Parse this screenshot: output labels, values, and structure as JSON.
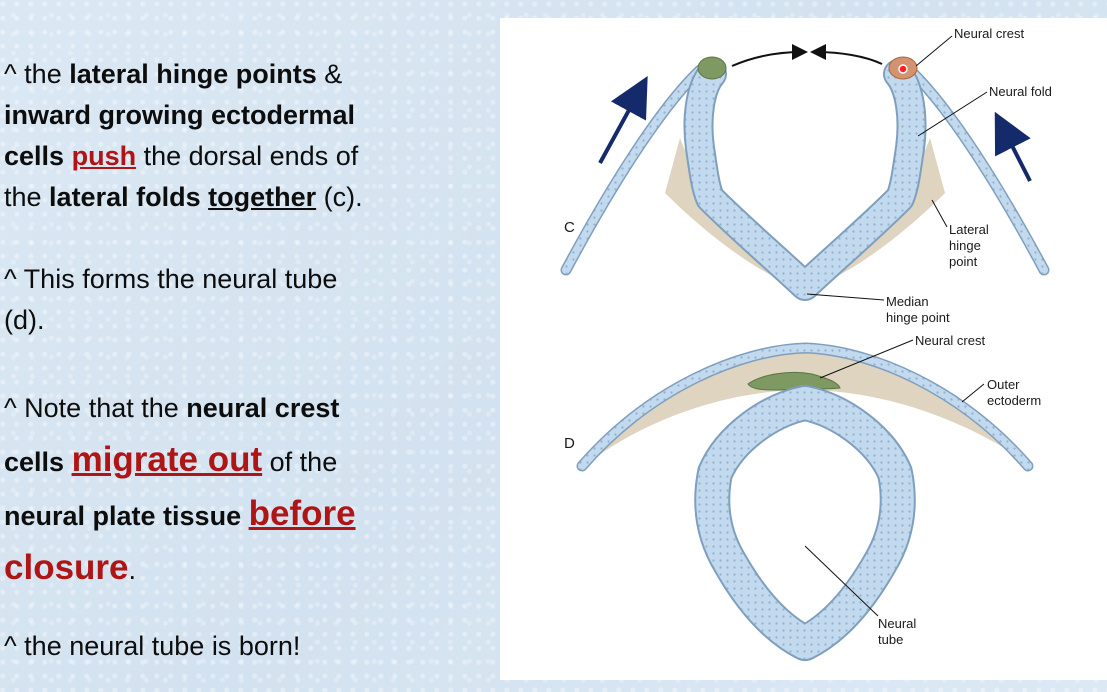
{
  "slide": {
    "p1": {
      "t1": "^ the ",
      "t2": "lateral hinge points",
      "t3": " &",
      "t4": "inward growing ectodermal",
      "t5": "cells",
      "t6": "push",
      "t7": " the dorsal ends of",
      "t8": "the ",
      "t9": "lateral folds",
      "t10": "together",
      "t11": " (c)."
    },
    "p2": {
      "line1": "^ This forms the neural tube",
      "line2": "(d)."
    },
    "p3": {
      "t1": "^ Note that the ",
      "t2": "neural crest",
      "t3": "cells",
      "t4": "migrate out",
      "t5": " of the",
      "t6": "neural plate tissue",
      "t7": "before",
      "t8": "closure",
      "t9": "."
    },
    "p4": {
      "line1": "^ the neural tube is born!"
    }
  },
  "figure": {
    "panel_c": "C",
    "panel_d": "D",
    "labels": {
      "neural_crest_top": "Neural crest",
      "neural_fold": "Neural fold",
      "lateral_1": "Lateral",
      "lateral_2": "hinge",
      "lateral_3": "point",
      "median_1": "Median",
      "median_2": "hinge point",
      "neural_crest_d": "Neural crest",
      "outer_1": "Outer",
      "outer_2": "ectoderm",
      "tube_1": "Neural",
      "tube_2": "tube"
    },
    "colors": {
      "tissue": "#c2d9ee",
      "tissue_edge": "#7f9fbe",
      "mesenchyme": "#d8cdb4",
      "crest": "#7e9a62",
      "crest_red": "#e05030",
      "arrow": "#142a6a"
    }
  }
}
